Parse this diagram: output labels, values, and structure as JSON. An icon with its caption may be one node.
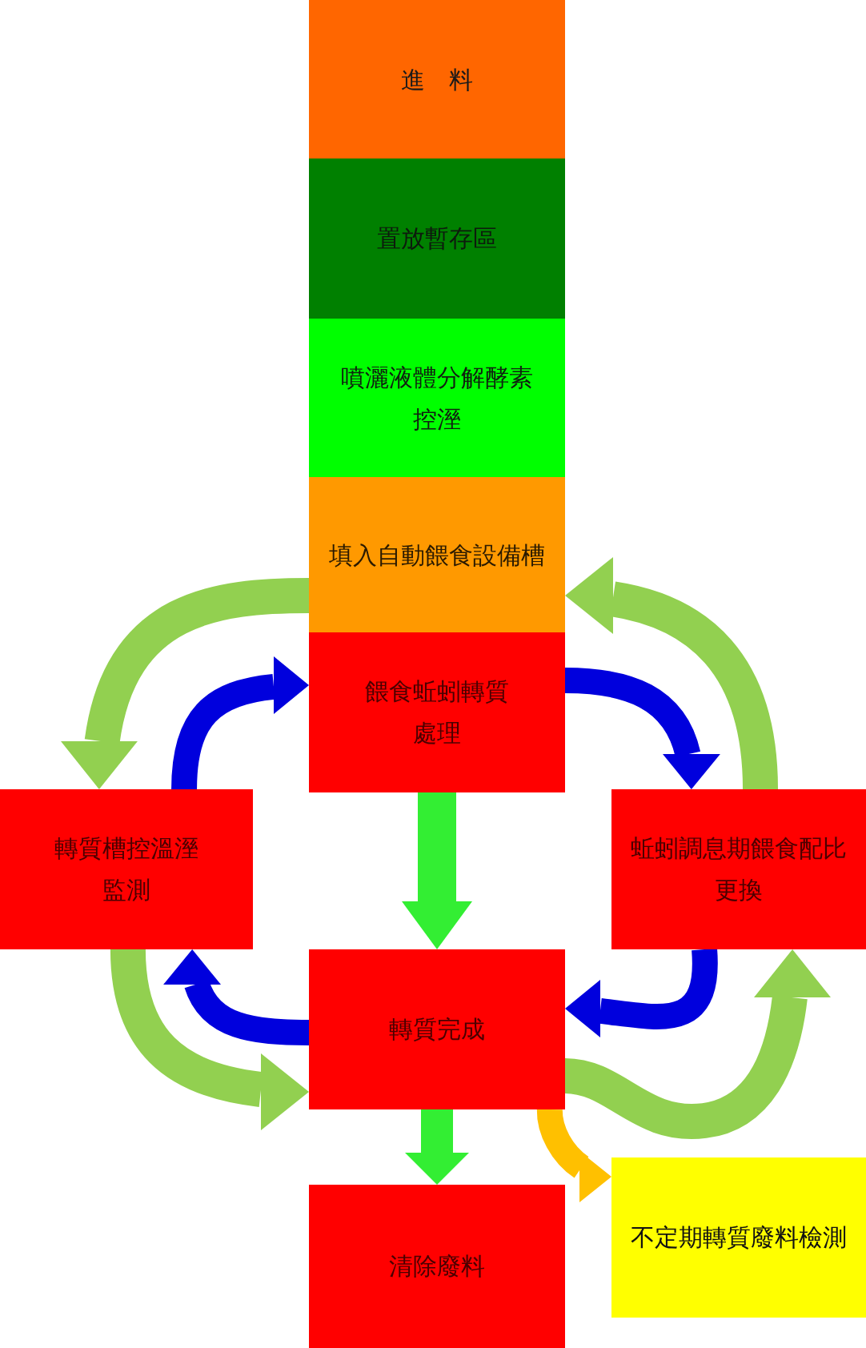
{
  "diagram": {
    "nodes": [
      {
        "text": [
          "進　料"
        ]
      },
      {
        "text": [
          "置放暫存區"
        ]
      },
      {
        "text": [
          "噴灑液體分解酵素控溼"
        ]
      },
      {
        "text": [
          "填入自動餵食設備槽"
        ]
      },
      {
        "text": [
          "餵食蚯蚓轉質處理"
        ]
      },
      {
        "text": [
          "轉質槽控溫溼監測"
        ]
      },
      {
        "text": [
          "蚯蚓調息期餵食配比更換"
        ]
      },
      {
        "text": [
          "轉質完成"
        ]
      },
      {
        "text": [
          "清除廢料"
        ]
      },
      {
        "text": [
          "不定期轉質廢料檢測"
        ]
      }
    ],
    "edges": [
      {
        "from": 3,
        "to": 5,
        "arrow": "to",
        "color": "#92d050"
      },
      {
        "from": 5,
        "to": 4,
        "arrow": "to",
        "color": "#0000dd"
      },
      {
        "from": 6,
        "to": 3,
        "arrow": "to",
        "color": "#92d050"
      },
      {
        "from": 4,
        "to": 6,
        "arrow": "to",
        "color": "#0000dd"
      },
      {
        "from": 4,
        "to": 7,
        "arrow": "to",
        "color": "#33ee33"
      },
      {
        "from": 5,
        "to": 7,
        "arrow": "to",
        "color": "#92d050"
      },
      {
        "from": 7,
        "to": 5,
        "arrow": "to",
        "color": "#0000dd"
      },
      {
        "from": 7,
        "to": 6,
        "arrow": "to",
        "color": "#92d050"
      },
      {
        "from": 6,
        "to": 7,
        "arrow": "to",
        "color": "#0000dd"
      },
      {
        "from": 7,
        "to": 8,
        "arrow": "to",
        "color": "#33ee33"
      },
      {
        "from": 7,
        "to": 9,
        "arrow": "to",
        "color": "#ffc000"
      }
    ]
  }
}
